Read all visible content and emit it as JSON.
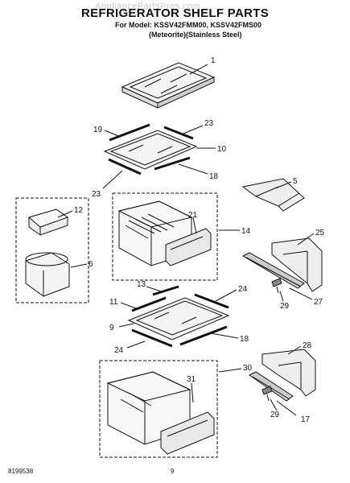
{
  "header": {
    "watermark": "AppliancePartsPros.com",
    "title": "REFRIGERATOR SHELF PARTS",
    "model_line": "For Model: KSSV42FMM00, KSSV42FMS00",
    "finish_line": "(Meteorite)(Stainless Steel)"
  },
  "footer": {
    "doc_number": "8199538",
    "page_number": "9"
  },
  "callouts": {
    "c1": "1",
    "c19": "19",
    "c23a": "23",
    "c10": "10",
    "c18a": "18",
    "c23b": "23",
    "c5": "5",
    "c12": "12",
    "c6": "6",
    "c21": "21",
    "c14": "14",
    "c25": "25",
    "c27": "27",
    "c29a": "29",
    "c13": "13",
    "c24a": "24",
    "c11": "11",
    "c9": "9",
    "c18b": "18",
    "c24b": "24",
    "c30": "30",
    "c31": "31",
    "c28": "28",
    "c29b": "29",
    "c17": "17"
  }
}
